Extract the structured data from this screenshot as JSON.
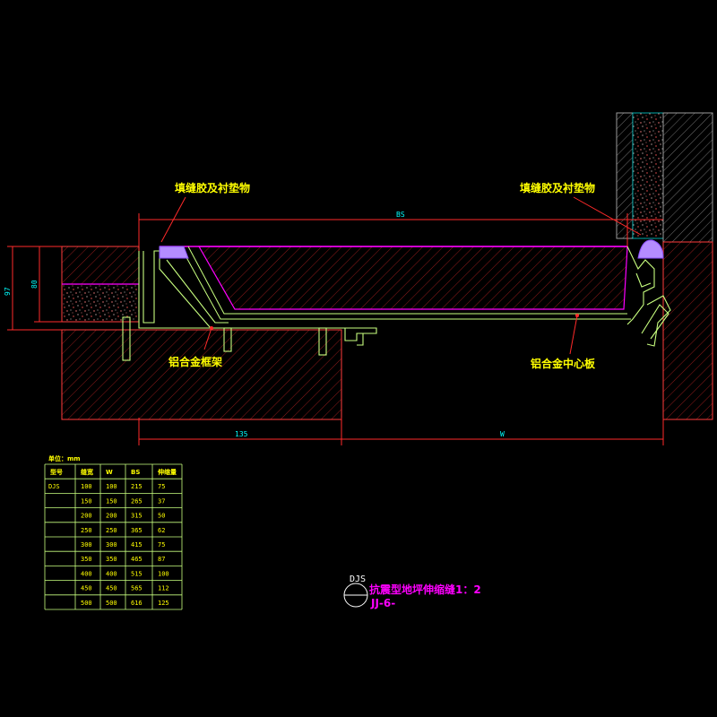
{
  "labels": {
    "filler_left": "填缝胶及衬垫物",
    "filler_right": "填缝胶及衬垫物",
    "frame": "铝合金框架",
    "center_plate": "铝合金中心板",
    "dim_bs": "BS",
    "dim_135": "135",
    "dim_w": "W",
    "dim_left_outer": "97",
    "dim_left_inner": "80"
  },
  "title_block": {
    "code": "DJS",
    "title": "抗震型地坪伸缩缝1：2",
    "ref": "JJ-6-"
  },
  "table": {
    "unit": "单位：mm",
    "headers": [
      "型号",
      "缝宽",
      "W",
      "BS",
      "伸缩量"
    ],
    "rows": [
      [
        "DJS",
        "100",
        "100",
        "215",
        "75"
      ],
      [
        "",
        "150",
        "150",
        "265",
        "37"
      ],
      [
        "",
        "200",
        "200",
        "315",
        "50"
      ],
      [
        "",
        "250",
        "250",
        "365",
        "62"
      ],
      [
        "",
        "300",
        "300",
        "415",
        "75"
      ],
      [
        "",
        "350",
        "350",
        "465",
        "87"
      ],
      [
        "",
        "400",
        "400",
        "515",
        "100"
      ],
      [
        "",
        "450",
        "450",
        "565",
        "112"
      ],
      [
        "",
        "500",
        "500",
        "616",
        "125"
      ]
    ]
  },
  "colors": {
    "background": "#000000",
    "concrete": "#ff3b3b",
    "profile": "#c8ff7f",
    "filler": "#b48cff",
    "dimension": "#ff2a2a",
    "annotation": "#ffff00",
    "dim_text": "#00ffff",
    "title": "#ff00ff"
  }
}
